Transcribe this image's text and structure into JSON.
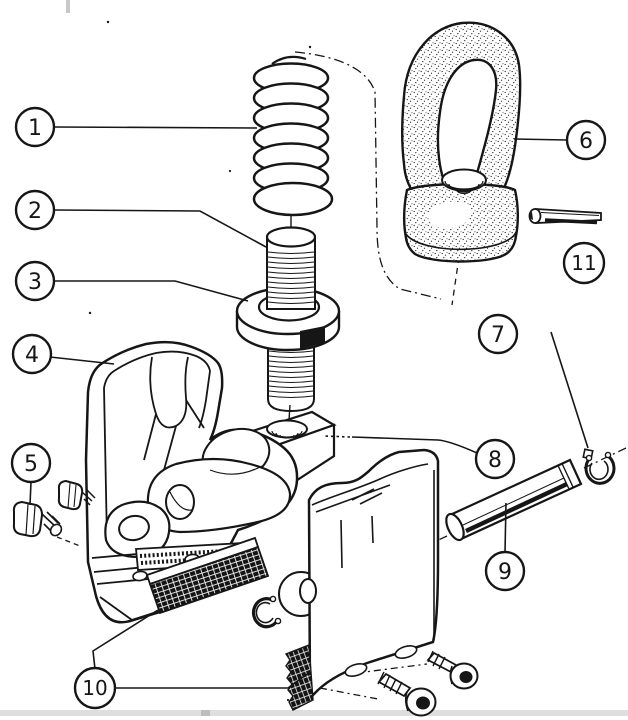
{
  "diagram": {
    "kind": "exploded-parts-diagram",
    "ink_color": "#161616",
    "paper_color": "#ffffff",
    "callouts": [
      {
        "number": "1",
        "part": "compression-spring"
      },
      {
        "number": "2",
        "part": "threaded-spindle"
      },
      {
        "number": "3",
        "part": "collar-washer"
      },
      {
        "number": "4",
        "part": "clamp-body"
      },
      {
        "number": "5",
        "part": "socket-screws-left"
      },
      {
        "number": "6",
        "part": "lifting-eye-nut"
      },
      {
        "number": "7",
        "part": "retaining-ring"
      },
      {
        "number": "8",
        "part": "square-nut-block"
      },
      {
        "number": "9",
        "part": "pivot-pin"
      },
      {
        "number": "10",
        "part": "serrated-grip-pads"
      },
      {
        "number": "11",
        "part": "spring-pin"
      }
    ]
  }
}
